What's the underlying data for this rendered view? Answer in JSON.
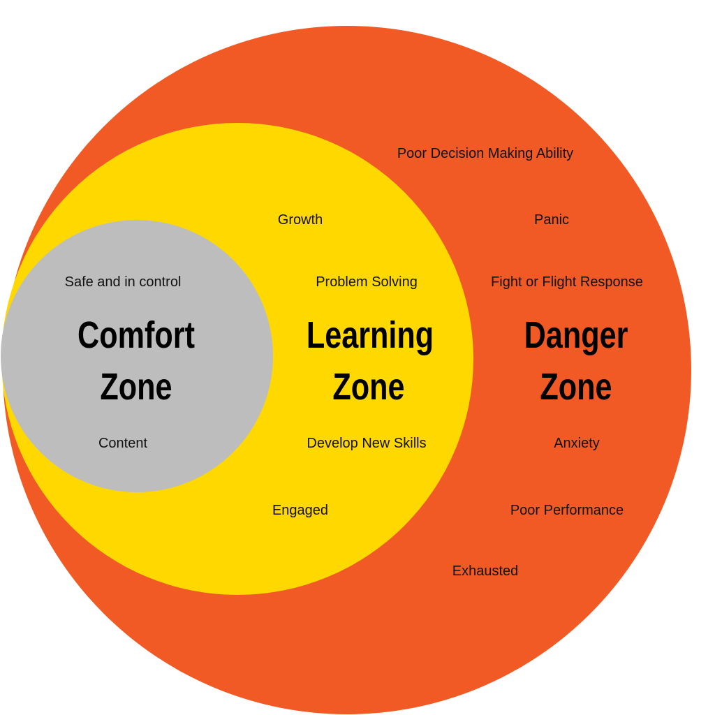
{
  "colors": {
    "danger": "#F15A24",
    "learning": "#FFD800",
    "comfort": "#BDBDBD",
    "text": "#111111"
  },
  "comfort": {
    "title_line1": "Comfort",
    "title_line2": "Zone",
    "items": [
      "Safe and in control",
      "Content"
    ]
  },
  "learning": {
    "title_line1": "Learning",
    "title_line2": "Zone",
    "items": [
      "Growth",
      "Problem Solving",
      "Develop New Skills",
      "Engaged"
    ]
  },
  "danger": {
    "title_line1": "Danger",
    "title_line2": "Zone",
    "items": [
      "Poor Decision Making Ability",
      "Panic",
      "Fight or Flight Response",
      "Anxiety",
      "Poor Performance",
      "Exhausted"
    ]
  }
}
